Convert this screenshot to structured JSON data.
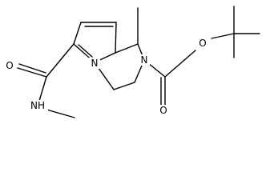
{
  "molecule": {
    "atom_labels": {
      "ring_nitrogen": "N",
      "carbamate_nitrogen": "N",
      "ester_oxygen": "O",
      "carbonyl_oxygen_ester": "O",
      "carbonyl_oxygen_amide": "O",
      "amide_nh": "NH"
    },
    "colors": {
      "bond": "#000000",
      "text": "#000000",
      "background": "#ffffff"
    }
  }
}
